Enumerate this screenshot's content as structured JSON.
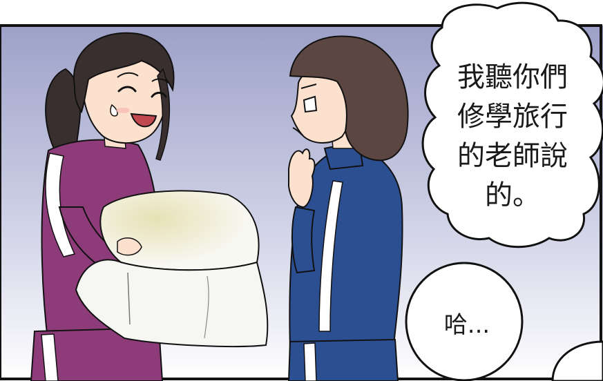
{
  "speech_bubbles": {
    "bubble_1": {
      "lines": [
        "我聽你們",
        "修學旅行",
        "的老師說",
        "的。"
      ]
    },
    "bubble_2": {
      "text": "哈..."
    }
  },
  "colors": {
    "panel_border": "#111111",
    "background_top": "#9da1c8",
    "background_bottom": "#ffffff",
    "left_jacket": "#8e3b79",
    "right_jacket": "#2c4f92",
    "towel": "#f6f6f2",
    "skin": "#fde1cf",
    "hair_left": "#3a2f2f",
    "hair_right": "#5b4641"
  }
}
